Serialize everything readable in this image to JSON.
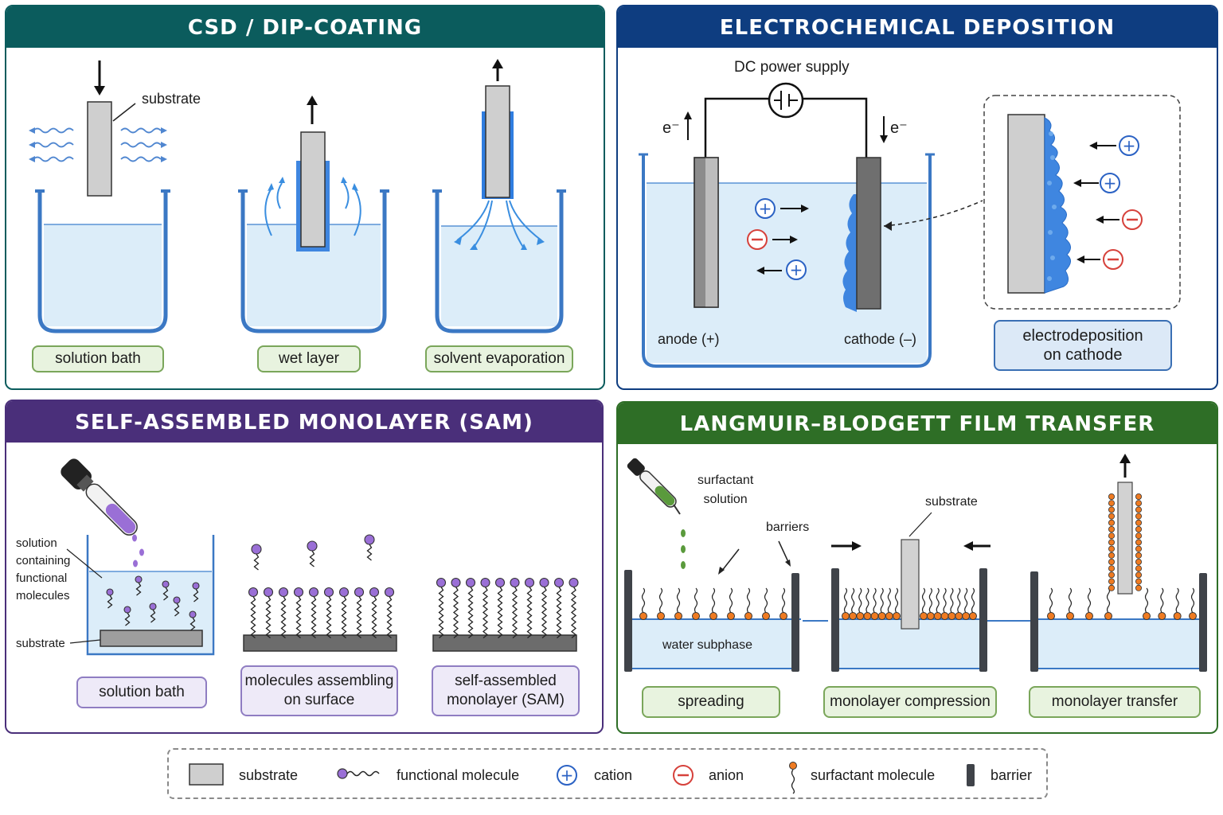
{
  "colors": {
    "teal": "#0b5c5d",
    "navy": "#0e3d80",
    "purple": "#4a2f7a",
    "green": "#2e6e26",
    "water": "#dcedf9",
    "vessel": "#3b78c4",
    "substrate": "#cfcfcf",
    "molecule": "#9a6fd6",
    "surfactant": "#ef7b22",
    "cation": "#2b62c4",
    "anion": "#d6413b"
  },
  "csd": {
    "title": "CSD / DIP-COATING",
    "substrate_label": "substrate",
    "step_labels": [
      "solution bath",
      "wet layer",
      "solvent evaporation"
    ]
  },
  "ecd": {
    "title": "ELECTROCHEMICAL DEPOSITION",
    "power_label": "DC power supply",
    "electron_left": "e⁻",
    "electron_right": "e⁻",
    "anode_label": "anode (+)",
    "cathode_label": "cathode (–)",
    "detail_label": "electrodeposition\non cathode"
  },
  "sam": {
    "title": "SELF-ASSEMBLED MONOLAYER (SAM) FORMATION",
    "solution_label": "solution\ncontaining\nfunctional\nmolecules",
    "substrate_label": "substrate",
    "step_labels": [
      "solution bath",
      "molecules assembling\non surface",
      "self-assembled\nmonolayer (SAM)"
    ]
  },
  "lb": {
    "title": "LANGMUIR–BLODGETT FILM TRANSFER",
    "surfactant_label": "surfactant\nsolution",
    "barriers_label": "barriers",
    "substrate_label": "substrate",
    "water_label": "water subphase",
    "step_labels": [
      "spreading",
      "monolayer compression",
      "monolayer transfer"
    ]
  },
  "legend": {
    "items": [
      "substrate",
      "functional molecule",
      "cation",
      "anion",
      "surfactant molecule",
      "barrier"
    ]
  }
}
